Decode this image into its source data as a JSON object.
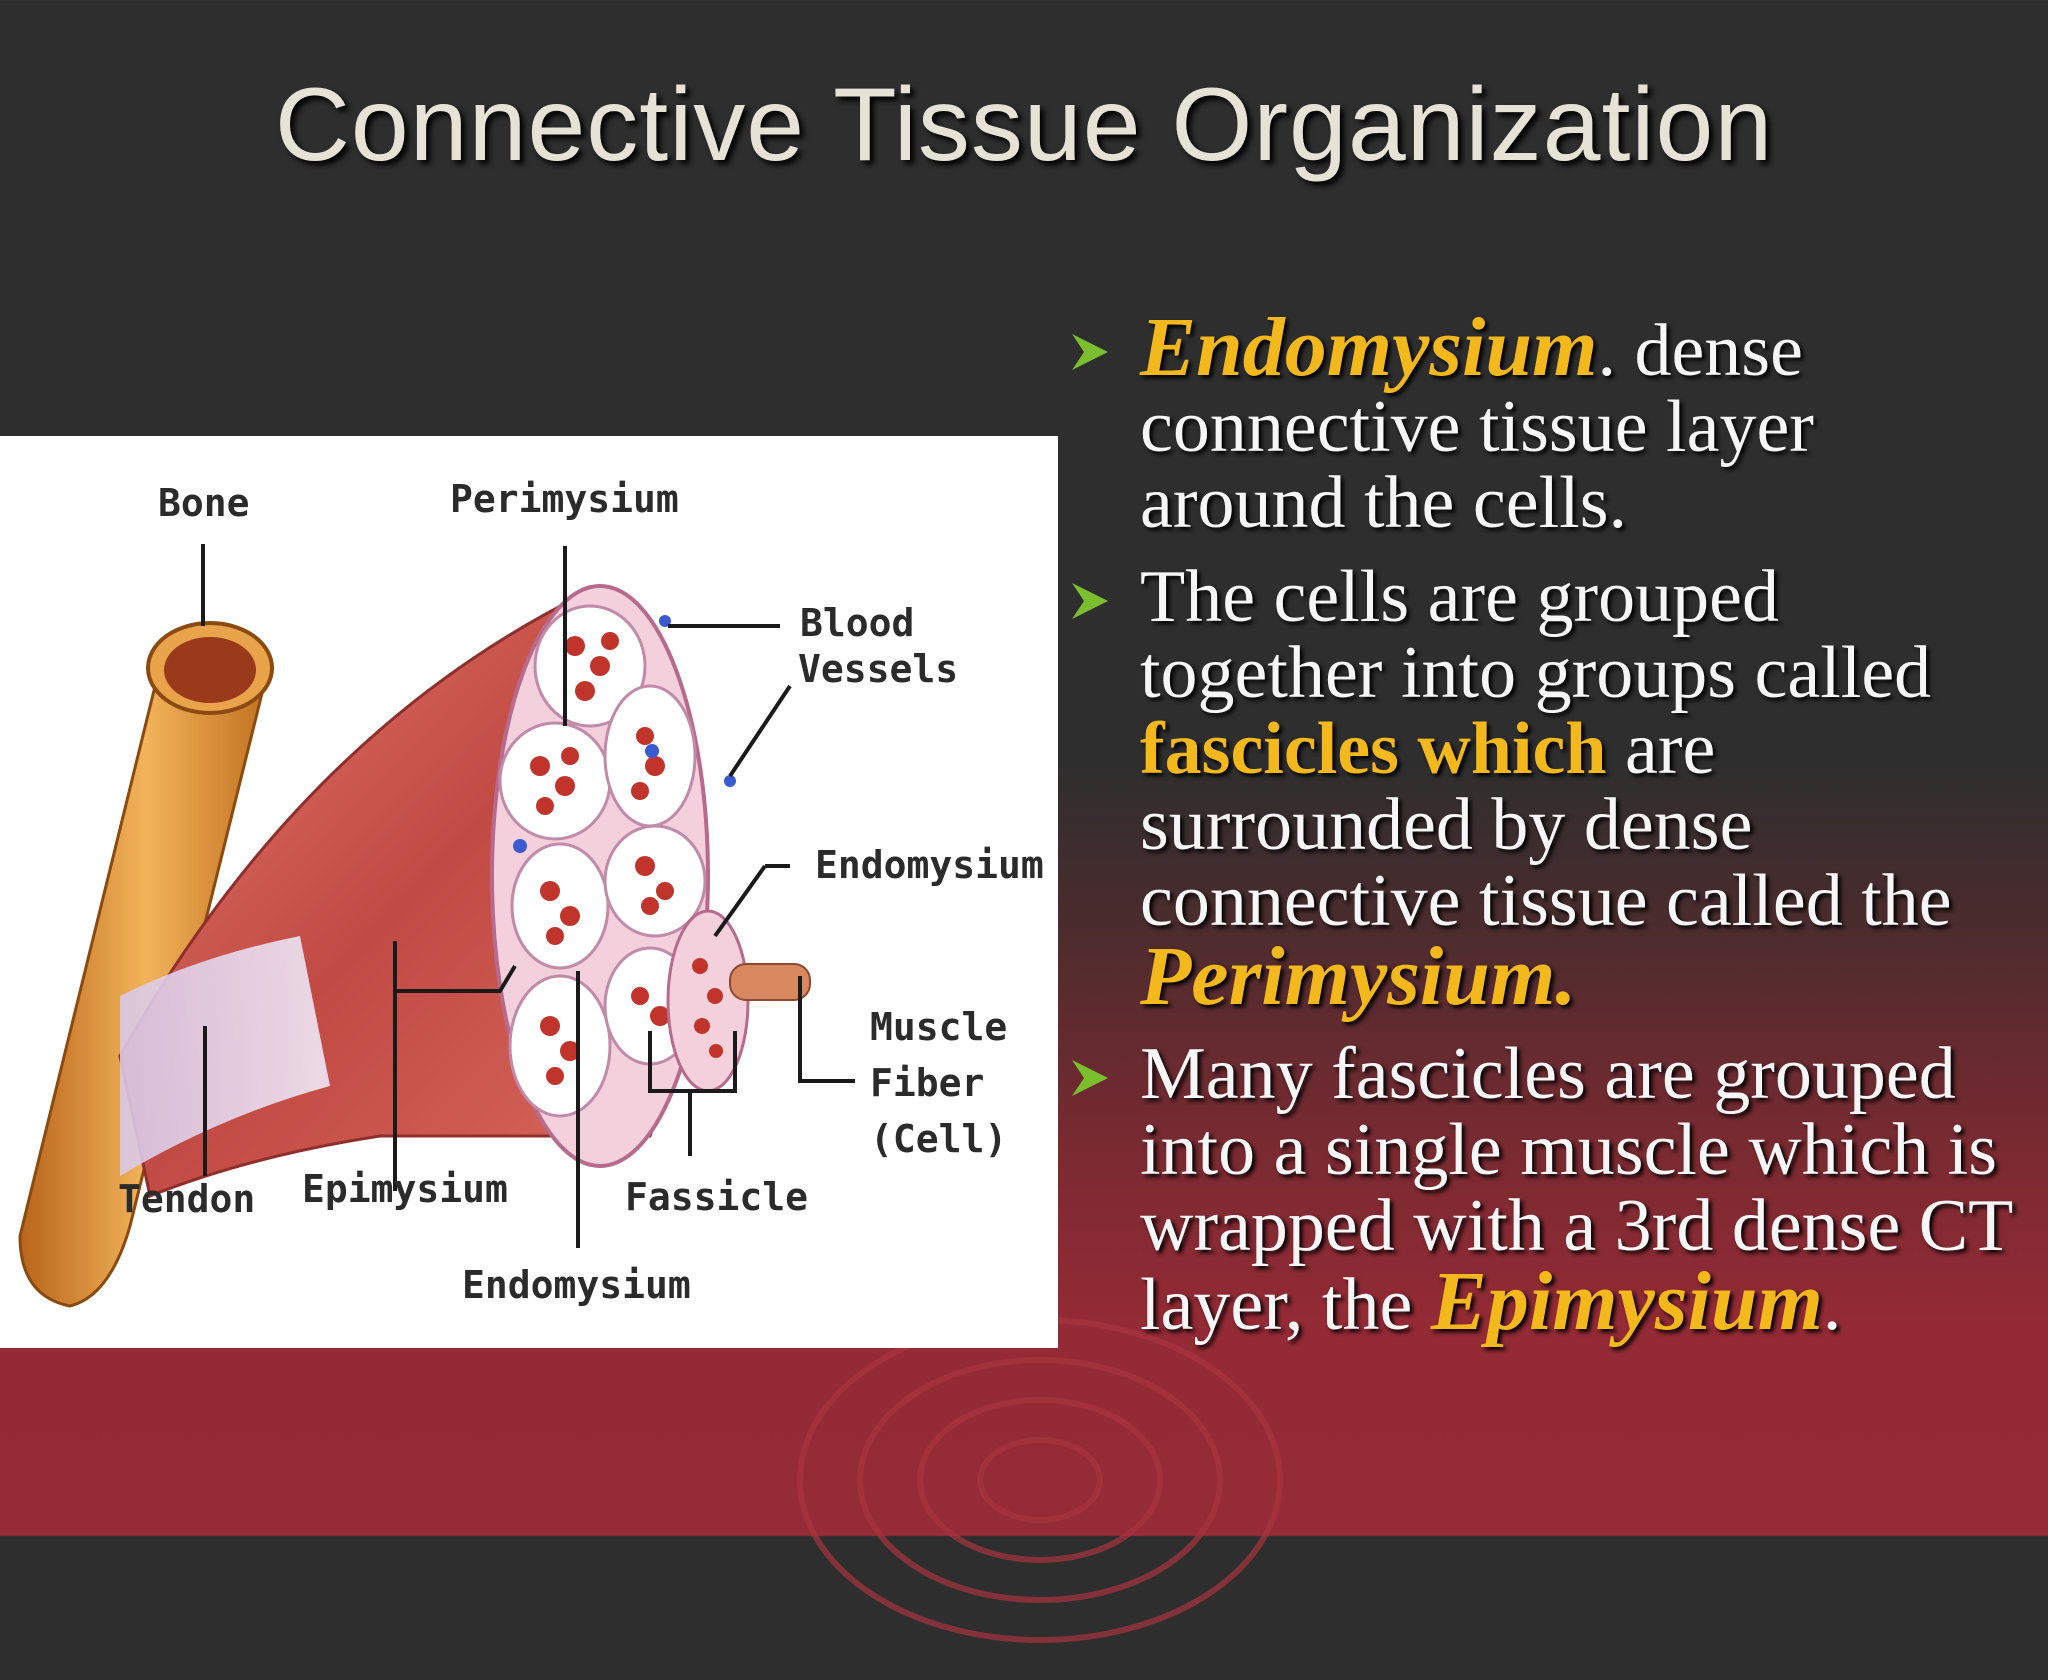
{
  "slide": {
    "title": "Connective Tissue Organization"
  },
  "figure": {
    "labels": {
      "bone": "Bone",
      "perimysium": "Perimysium",
      "blood1": "Blood",
      "blood2": "Vessels",
      "endomysium_right": "Endomysium",
      "muscle": "Muscle",
      "fiber": "Fiber",
      "cell": "(Cell)",
      "tendon": "Tendon",
      "epimysium": "Epimysium",
      "fassicle": "Fassicle",
      "endomysium_bottom": "Endomysium"
    }
  },
  "bullets": [
    {
      "term": "Endomysium",
      "text": ". dense connective tissue layer around the cells."
    },
    {
      "pre": "The cells are grouped together into groups called ",
      "term": "fascicles which",
      "mid": " are surrounded by dense connective tissue called the ",
      "term2": "Perimysium."
    },
    {
      "pre": "Many fascicles are grouped into a single muscle which is wrapped with a 3rd dense CT layer, the ",
      "term": "Epimysium",
      "post": "."
    }
  ],
  "colors": {
    "highlight": "#f3b81c",
    "bullet_arrow": "#7cbf2e",
    "text": "#f6f6f6"
  }
}
